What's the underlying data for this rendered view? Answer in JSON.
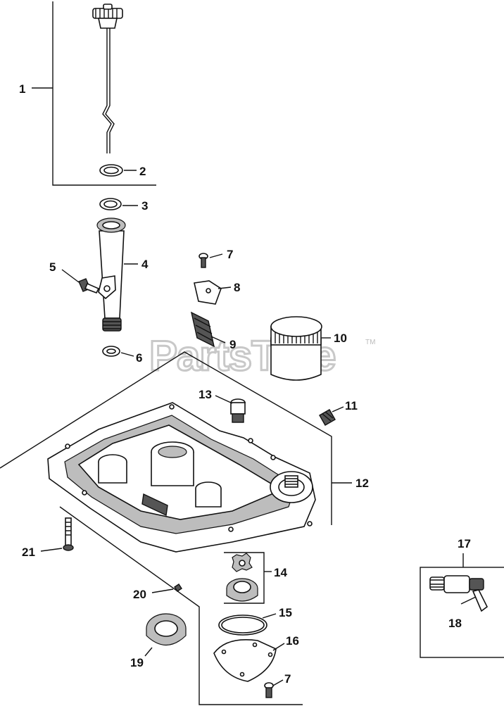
{
  "watermark": {
    "text": "PartsTree",
    "tm": "TM"
  },
  "callouts": {
    "c1": "1",
    "c2": "2",
    "c3": "3",
    "c4": "4",
    "c5": "5",
    "c6": "6",
    "c7a": "7",
    "c7b": "7",
    "c8": "8",
    "c9": "9",
    "c10": "10",
    "c11": "11",
    "c12": "12",
    "c13": "13",
    "c14": "14",
    "c15": "15",
    "c16": "16",
    "c17": "17",
    "c18": "18",
    "c19": "19",
    "c20": "20",
    "c21": "21"
  }
}
